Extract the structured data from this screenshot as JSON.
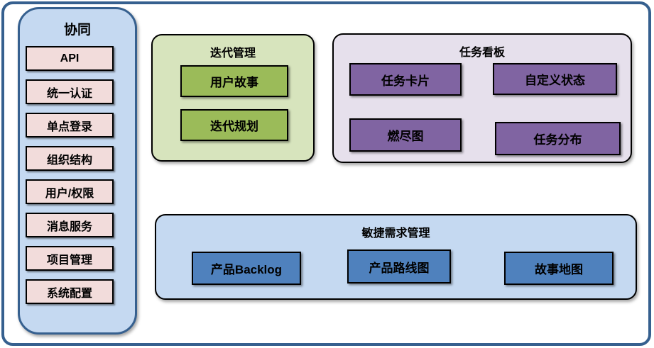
{
  "diagram": {
    "type": "feature-block-diagram"
  },
  "colors": {
    "frame_border": "#36608F",
    "sidebar_fill": "#C5D9F1",
    "sidebar_item_fill": "#F2DCDB",
    "iteration_fill": "#D7E4BD",
    "iteration_item_fill": "#9BBB59",
    "kanban_fill": "#E6E0EC",
    "kanban_item_fill": "#8064A2",
    "requirements_fill": "#C5D9F1",
    "requirements_item_fill": "#4F81BD",
    "block_border": "#000000",
    "text": "#000000"
  },
  "sidebar": {
    "title": "协同",
    "items": [
      "API",
      "统一认证",
      "单点登录",
      "组织结构",
      "用户/权限",
      "消息服务",
      "项目管理",
      "系统配置"
    ]
  },
  "groups": {
    "iteration": {
      "title": "迭代管理",
      "items": [
        "用户故事",
        "迭代规划"
      ]
    },
    "kanban": {
      "title": "任务看板",
      "items": [
        "任务卡片",
        "自定义状态",
        "燃尽图",
        "任务分布"
      ]
    },
    "requirements": {
      "title": "敏捷需求管理",
      "items": [
        "产品Backlog",
        "产品路线图",
        "故事地图"
      ]
    }
  }
}
